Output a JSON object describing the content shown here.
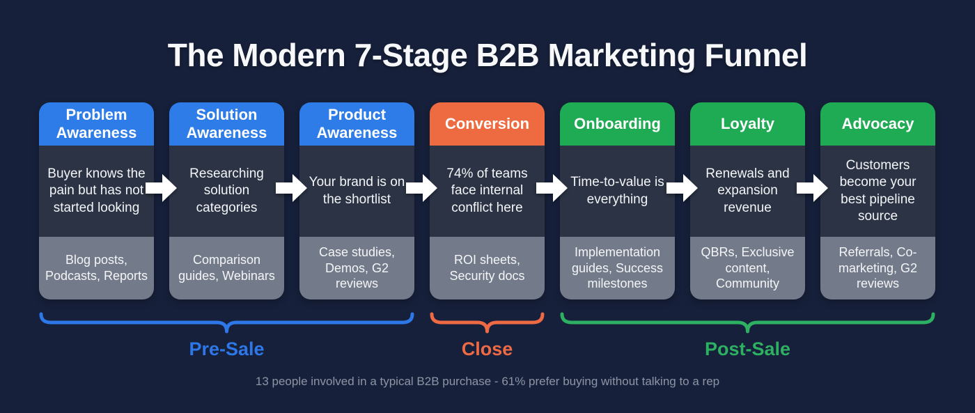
{
  "title": "The Modern 7-Stage B2B Marketing Funnel",
  "stages": [
    {
      "name": "Problem Awareness",
      "description": "Buyer knows the pain but has not started looking",
      "tactics": "Blog posts, Podcasts, Reports",
      "header_color": "#2e7ce8"
    },
    {
      "name": "Solution Awareness",
      "description": "Researching solution categories",
      "tactics": "Comparison guides, Webinars",
      "header_color": "#2e7ce8"
    },
    {
      "name": "Product Awareness",
      "description": "Your brand is on the shortlist",
      "tactics": "Case studies, Demos, G2 reviews",
      "header_color": "#2e7ce8"
    },
    {
      "name": "Conversion",
      "description": "74% of teams face internal conflict here",
      "tactics": "ROI sheets, Security docs",
      "header_color": "#ee6a40"
    },
    {
      "name": "Onboarding",
      "description": "Time-to-value is everything",
      "tactics": "Implementation guides, Success milestones",
      "header_color": "#1faa54"
    },
    {
      "name": "Loyalty",
      "description": "Renewals and expansion revenue",
      "tactics": "QBRs, Exclusive content, Community",
      "header_color": "#1faa54"
    },
    {
      "name": "Advocacy",
      "description": "Customers become your best pipeline source",
      "tactics": "Referrals, Co-marketing, G2 reviews",
      "header_color": "#1faa54"
    }
  ],
  "groups": [
    {
      "label": "Pre-Sale",
      "color": "#2e77e8",
      "span": 3
    },
    {
      "label": "Close",
      "color": "#ee6a45",
      "span": 1
    },
    {
      "label": "Post-Sale",
      "color": "#2eb062",
      "span": 3
    }
  ],
  "footnote": "13 people involved in a typical B2B purchase - 61% prefer buying without talking to a rep",
  "colors": {
    "background": "#16203a",
    "card_body": "#2b3344",
    "card_tactics": "#737b8b",
    "arrow": "#ffffff",
    "title_text": "#f7f8fa",
    "footnote_text": "#8d95a5"
  }
}
